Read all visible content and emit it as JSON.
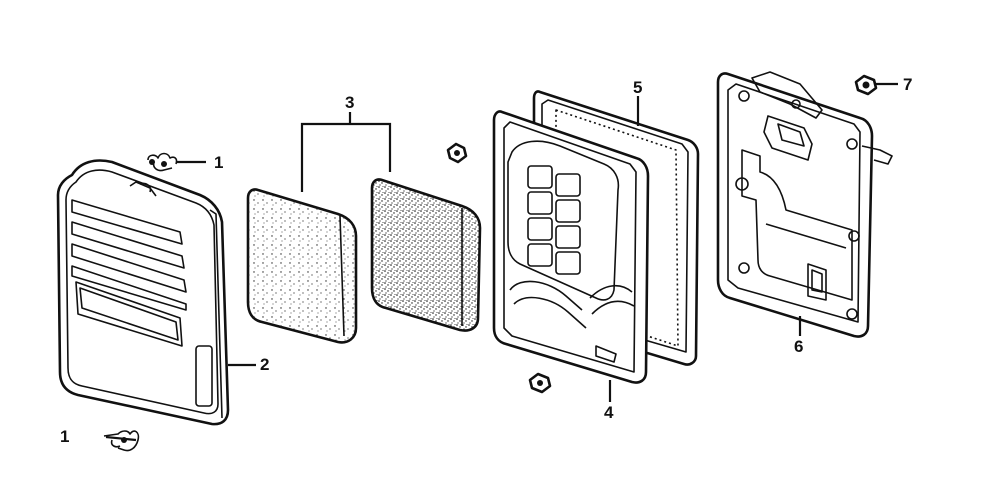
{
  "callouts": {
    "clip_top": "1",
    "clip_bottom": "1",
    "cover": "2",
    "filter_elements": "3",
    "frame": "4",
    "gasket": "5",
    "base_plate": "6",
    "nut": "7"
  }
}
